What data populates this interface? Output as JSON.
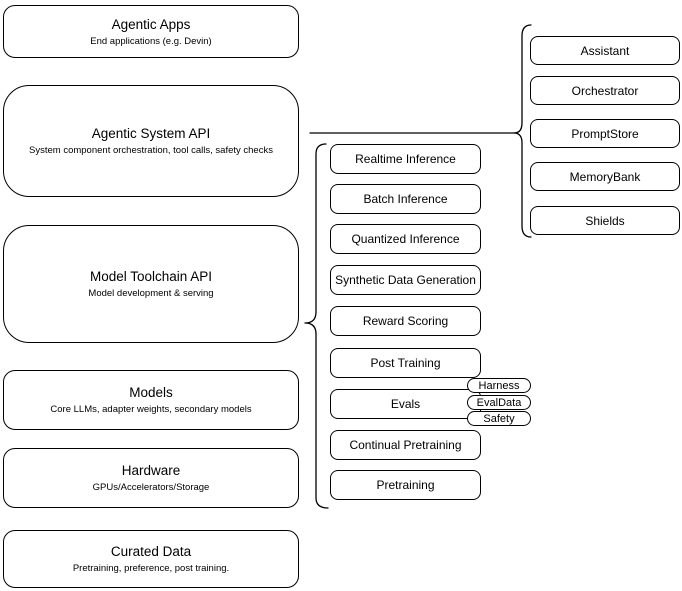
{
  "diagram": {
    "left_column": [
      {
        "title": "Agentic Apps",
        "subtitle": "End applications (e.g. Devin)"
      },
      {
        "title": "Agentic System API",
        "subtitle": "System component orchestration, tool calls, safety checks"
      },
      {
        "title": "Model Toolchain API",
        "subtitle": "Model development & serving"
      },
      {
        "title": "Models",
        "subtitle": "Core LLMs, adapter weights, secondary models"
      },
      {
        "title": "Hardware",
        "subtitle": "GPUs/Accelerators/Storage"
      },
      {
        "title": "Curated Data",
        "subtitle": "Pretraining, preference, post training."
      }
    ],
    "toolchain_services": [
      "Realtime Inference",
      "Batch Inference",
      "Quantized Inference",
      "Synthetic Data Generation",
      "Reward Scoring",
      "Post Training",
      "Evals",
      "Continual Pretraining",
      "Pretraining"
    ],
    "evals_tags": [
      "Harness",
      "EvalData",
      "Safety"
    ],
    "system_components": [
      "Assistant",
      "Orchestrator",
      "PromptStore",
      "MemoryBank",
      "Shields"
    ],
    "colors": {
      "background": "#ffffff",
      "box_fill": "#ffffff",
      "stroke": "#000000",
      "text": "#000000"
    }
  }
}
